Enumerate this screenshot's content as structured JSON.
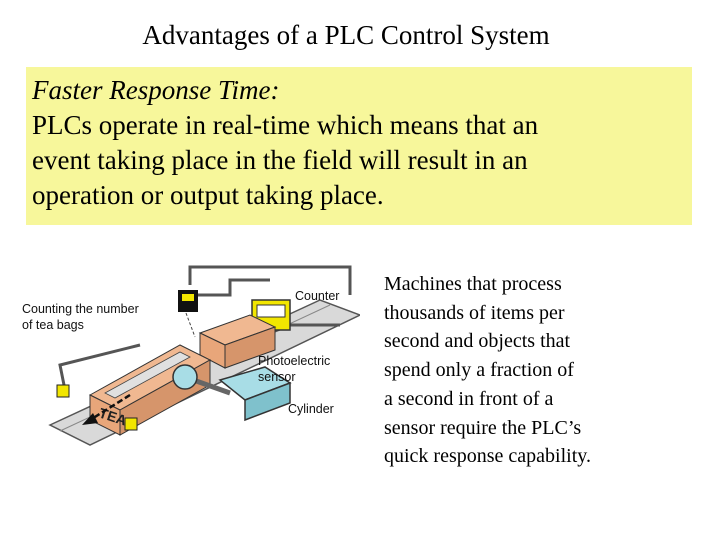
{
  "slide": {
    "title": "Advantages of a PLC Control System",
    "box": {
      "heading": "Faster Response Time:",
      "lines": [
        "PLCs operate in real-time which means that an",
        "event taking place in the field will result in an",
        "operation or output taking place."
      ]
    },
    "diagram": {
      "label_count_1": "Counting the number",
      "label_count_2": "of tea bags",
      "label_counter": "Counter",
      "label_photo_1": "Photoelectric",
      "label_photo_2": "sensor",
      "label_cylinder": "Cylinder",
      "tea_text": "TEA"
    },
    "caption": [
      "Machines that process",
      "thousands of items per",
      "second and objects that",
      "spend only a fraction of",
      "a second in front of a",
      "sensor require the PLC’s",
      "quick response capability."
    ]
  }
}
